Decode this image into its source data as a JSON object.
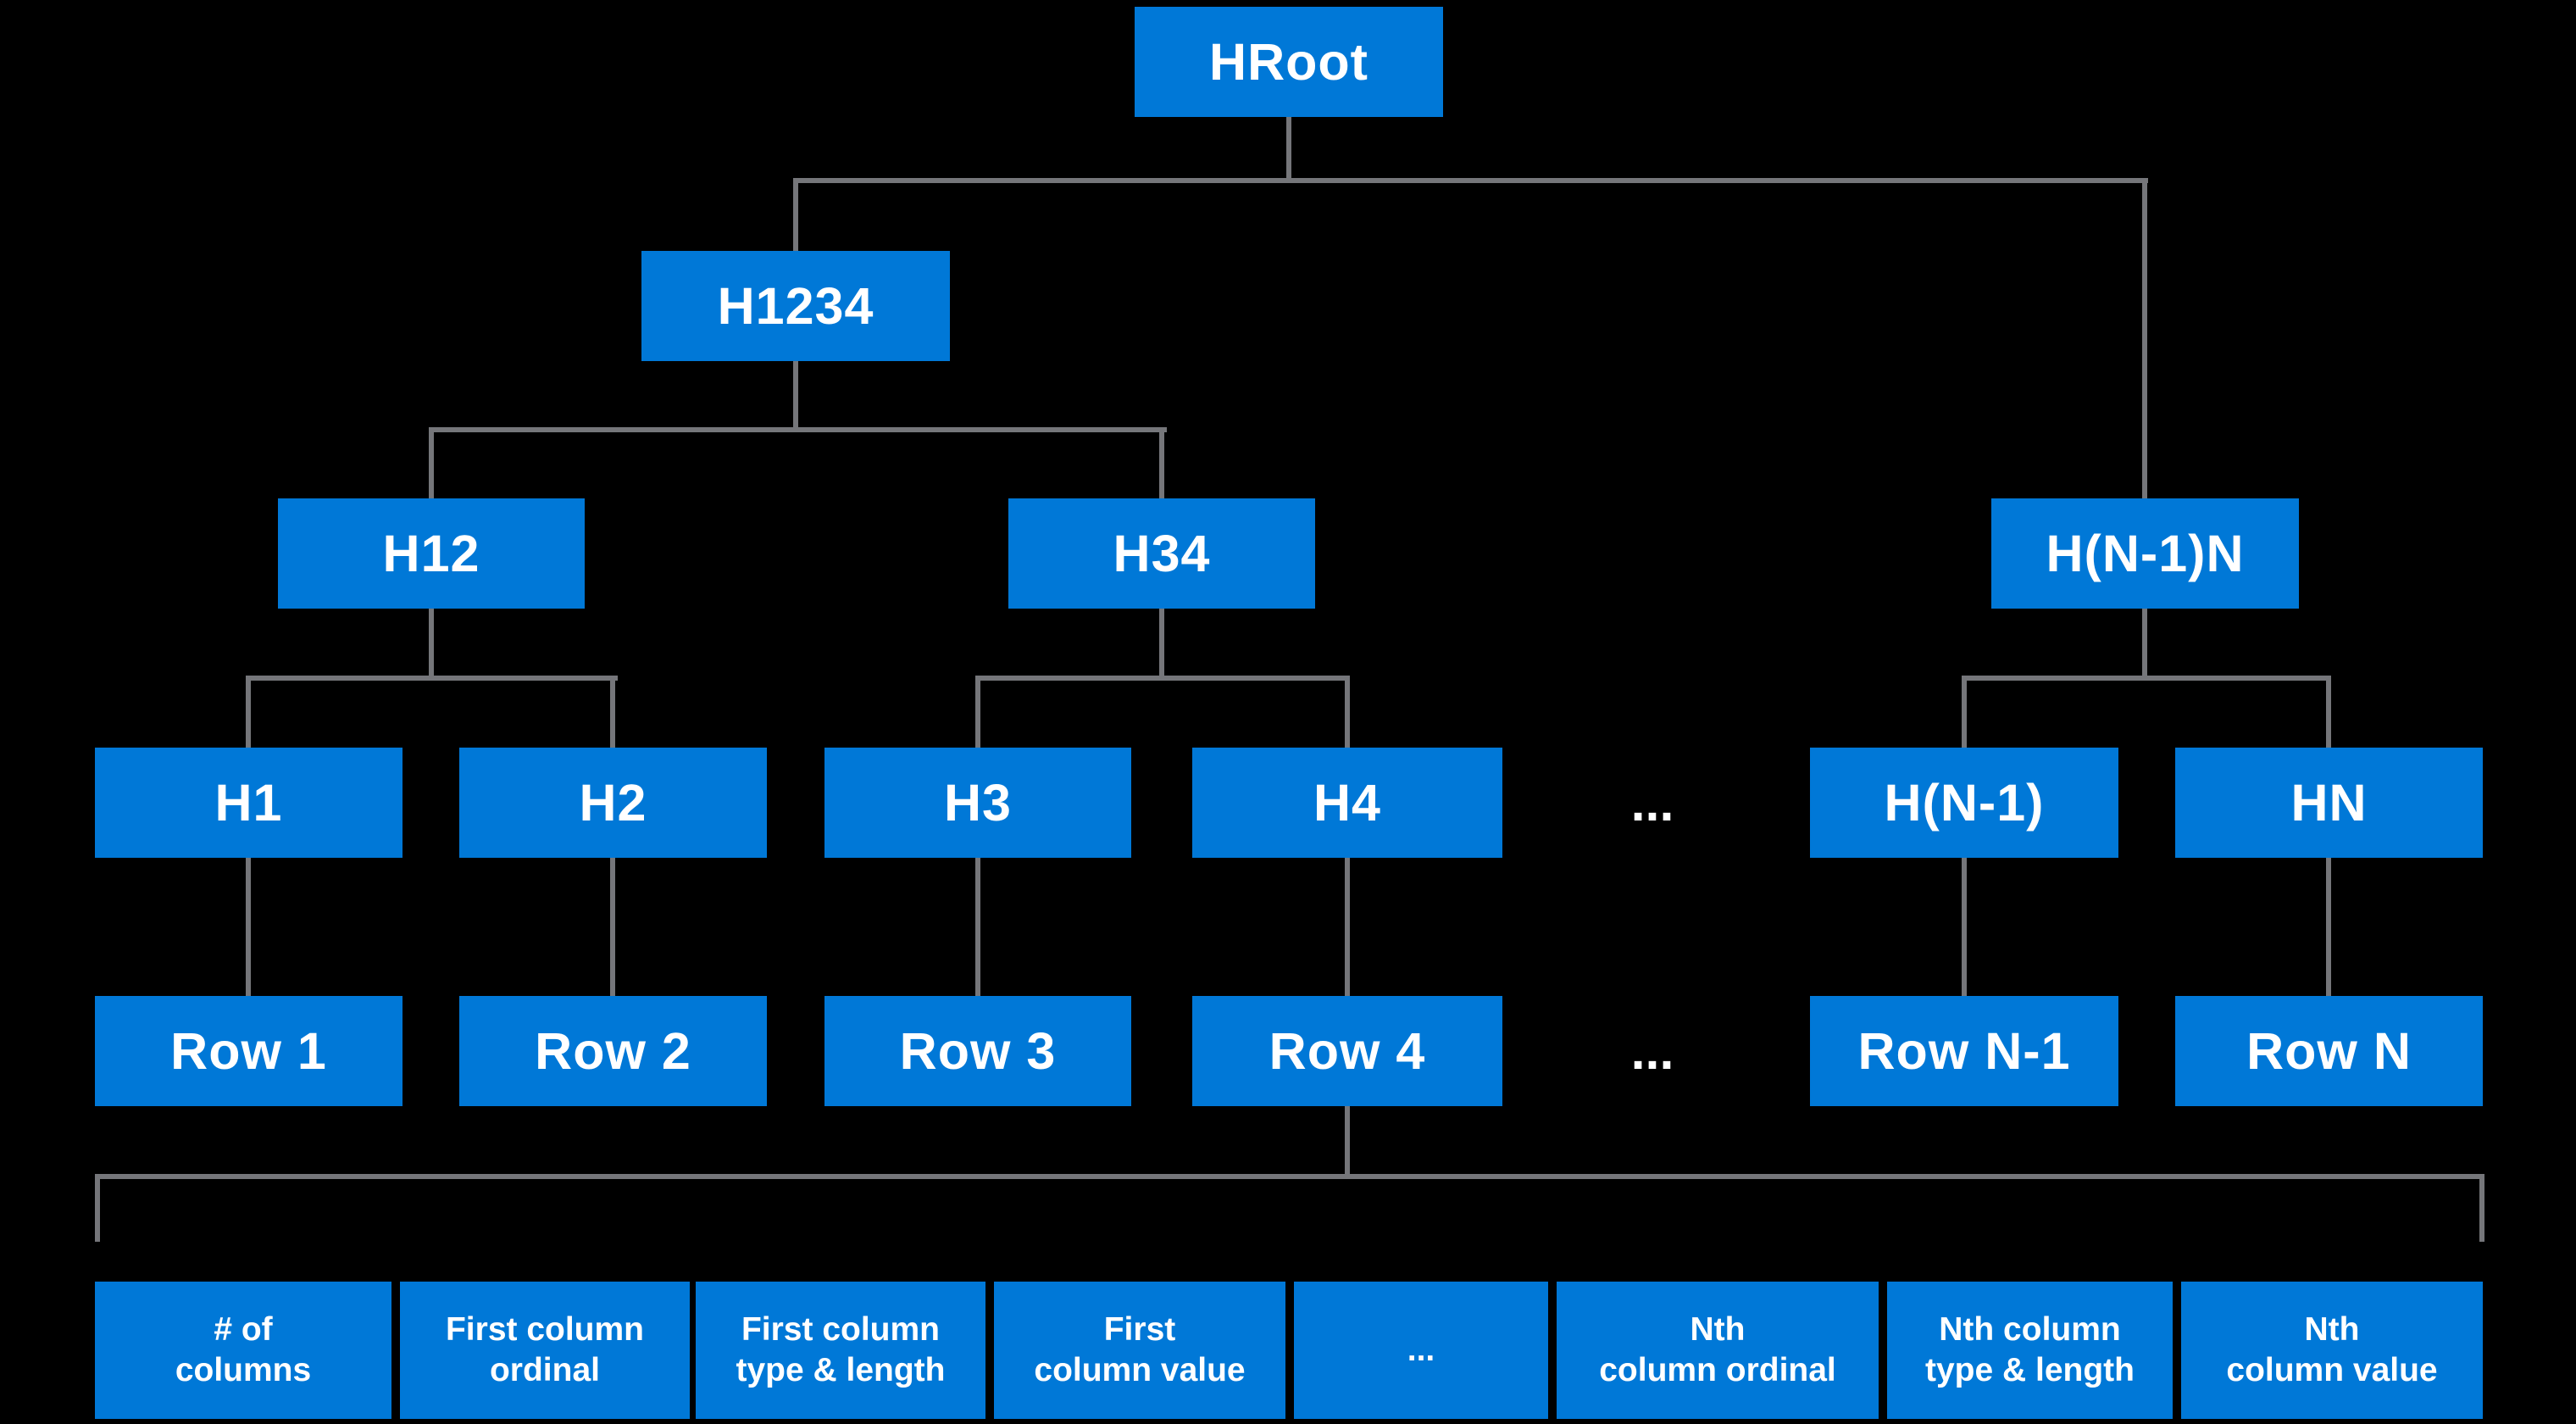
{
  "diagram": {
    "colors": {
      "node_fill": "#0078D7",
      "connector": "#75767A",
      "text": "#FFFFFF",
      "background": "#000000"
    },
    "nodes": {
      "hroot": "HRoot",
      "h1234": "H1234",
      "h12": "H12",
      "h34": "H34",
      "hn1n": "H(N-1)N",
      "h1": "H1",
      "h2": "H2",
      "h3": "H3",
      "h4": "H4",
      "h_ellipsis": "...",
      "hn1": "H(N-1)",
      "hn": "HN",
      "row1": "Row 1",
      "row2": "Row 2",
      "row3": "Row 3",
      "row4": "Row 4",
      "row_ellipsis": "...",
      "rown1": "Row N-1",
      "rown": "Row N"
    },
    "fields": [
      {
        "label": "# of\ncolumns"
      },
      {
        "label": "First column\nordinal"
      },
      {
        "label": "First column\ntype & length"
      },
      {
        "label": "First\ncolumn value"
      },
      {
        "label": "..."
      },
      {
        "label": "Nth\ncolumn ordinal"
      },
      {
        "label": "Nth column\ntype & length"
      },
      {
        "label": "Nth\ncolumn value"
      }
    ]
  }
}
